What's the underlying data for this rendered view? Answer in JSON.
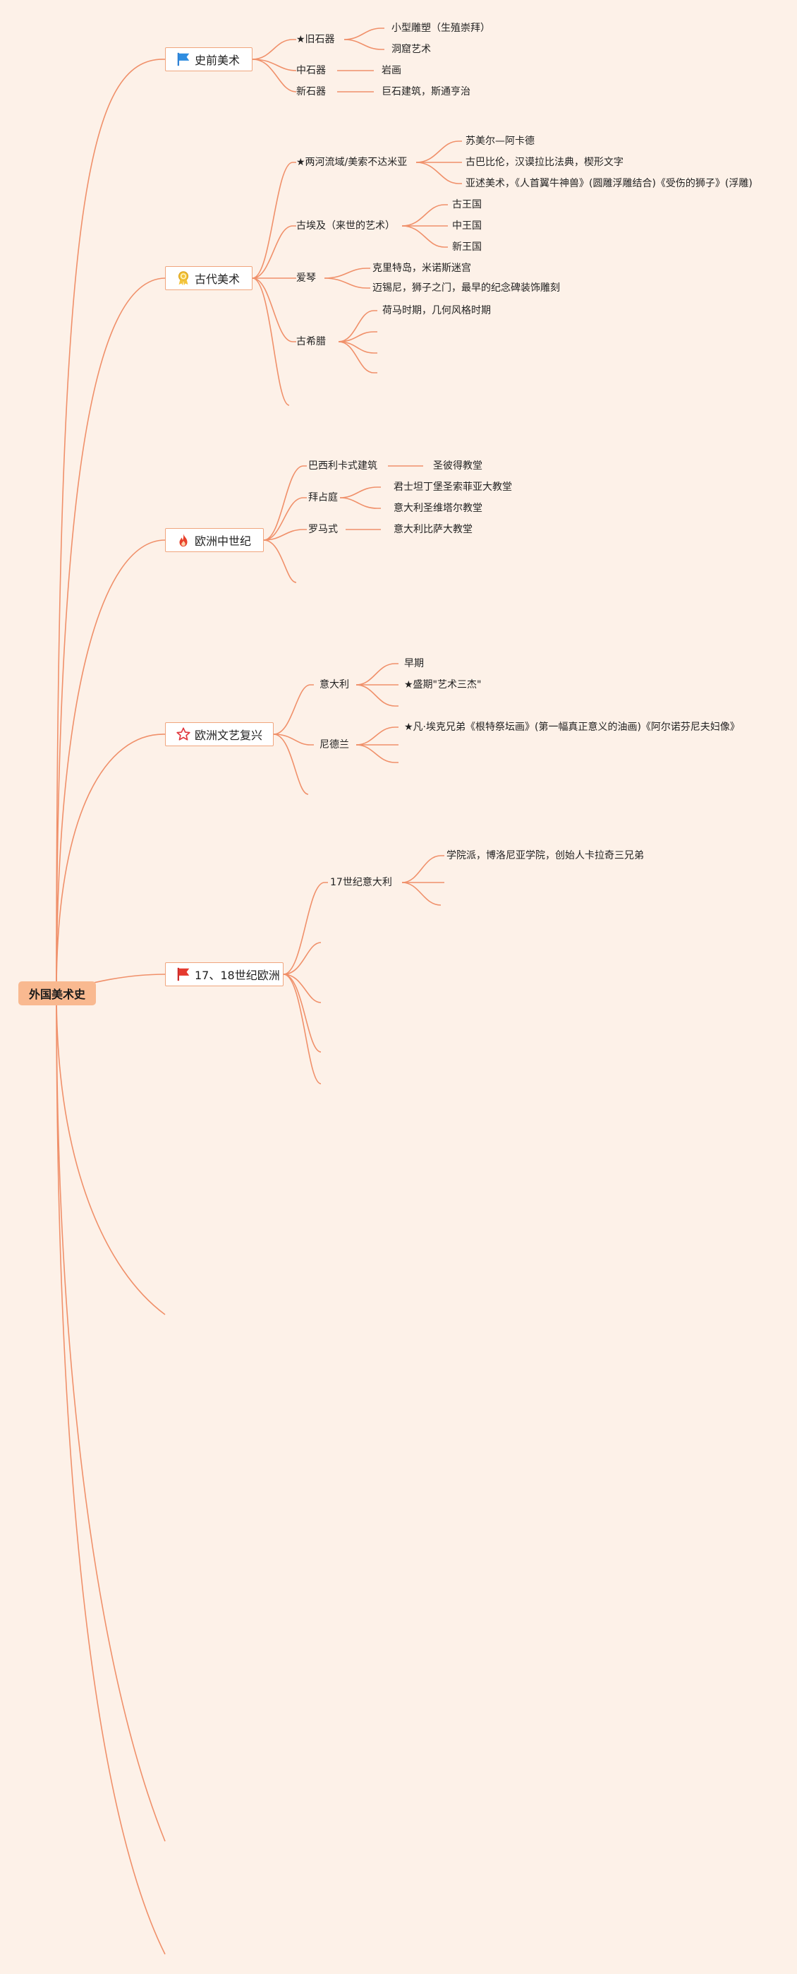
{
  "root": {
    "label": "外国美术史"
  },
  "branches": {
    "b1": {
      "label": "史前美术",
      "icon": "blue-flag-icon"
    },
    "b2": {
      "label": "古代美术",
      "icon": "award-medal-icon"
    },
    "b3": {
      "label": "欧洲中世纪",
      "icon": "fire-icon"
    },
    "b4": {
      "label": "欧洲文艺复兴",
      "icon": "star-outline-icon"
    },
    "b5": {
      "label": "17、18世纪欧洲",
      "icon": "red-flag-icon"
    }
  },
  "b1": {
    "s1": "★旧石器",
    "s1_l1": "小型雕塑（生殖崇拜）",
    "s1_l2": "洞窟艺术",
    "s2": "中石器",
    "s2_l1": "岩画",
    "s3": "新石器",
    "s3_l1": "巨石建筑，斯通亨治"
  },
  "b2": {
    "s1": "★两河流域/美索不达米亚",
    "s1_l1": "苏美尔—阿卡德",
    "s1_l2": "古巴比伦，汉谟拉比法典，楔形文字",
    "s1_l3": "亚述美术，《人首翼牛神兽》(圆雕浮雕结合)《受伤的狮子》(浮雕)",
    "s2": "古埃及（来世的艺术）",
    "s2_l1": "古王国",
    "s2_l2": "中王国",
    "s2_l3": "新王国",
    "s3": "爱琴",
    "s3_l1": "克里特岛，米诺斯迷宫",
    "s3_l2": "迈锡尼，狮子之门，最早的纪念碑装饰雕刻",
    "s4": "古希腊",
    "s4_l1": "荷马时期，几何风格时期"
  },
  "b3": {
    "s1": "巴西利卡式建筑",
    "s1_l1": "圣彼得教堂",
    "s2": "拜占庭",
    "s2_l1": "君士坦丁堡圣索菲亚大教堂",
    "s2_l2": "意大利圣维塔尔教堂",
    "s3": "罗马式",
    "s3_l1": "意大利比萨大教堂"
  },
  "b4": {
    "s1": "意大利",
    "s1_l1": "早期",
    "s1_l2": "★盛期\"艺术三杰\"",
    "s2": "尼德兰",
    "s2_l1": "★凡·埃克兄弟《根特祭坛画》(第一幅真正意义的油画)《阿尔诺芬尼夫妇像》"
  },
  "b5": {
    "s1": "17世纪意大利",
    "s1_l1": "学院派，博洛尼亚学院，创始人卡拉奇三兄弟"
  },
  "colors": {
    "line": "#f0906a",
    "root_fill": "#f9b990",
    "background": "#fdf1e8",
    "branch_border": "#f0a57d"
  }
}
